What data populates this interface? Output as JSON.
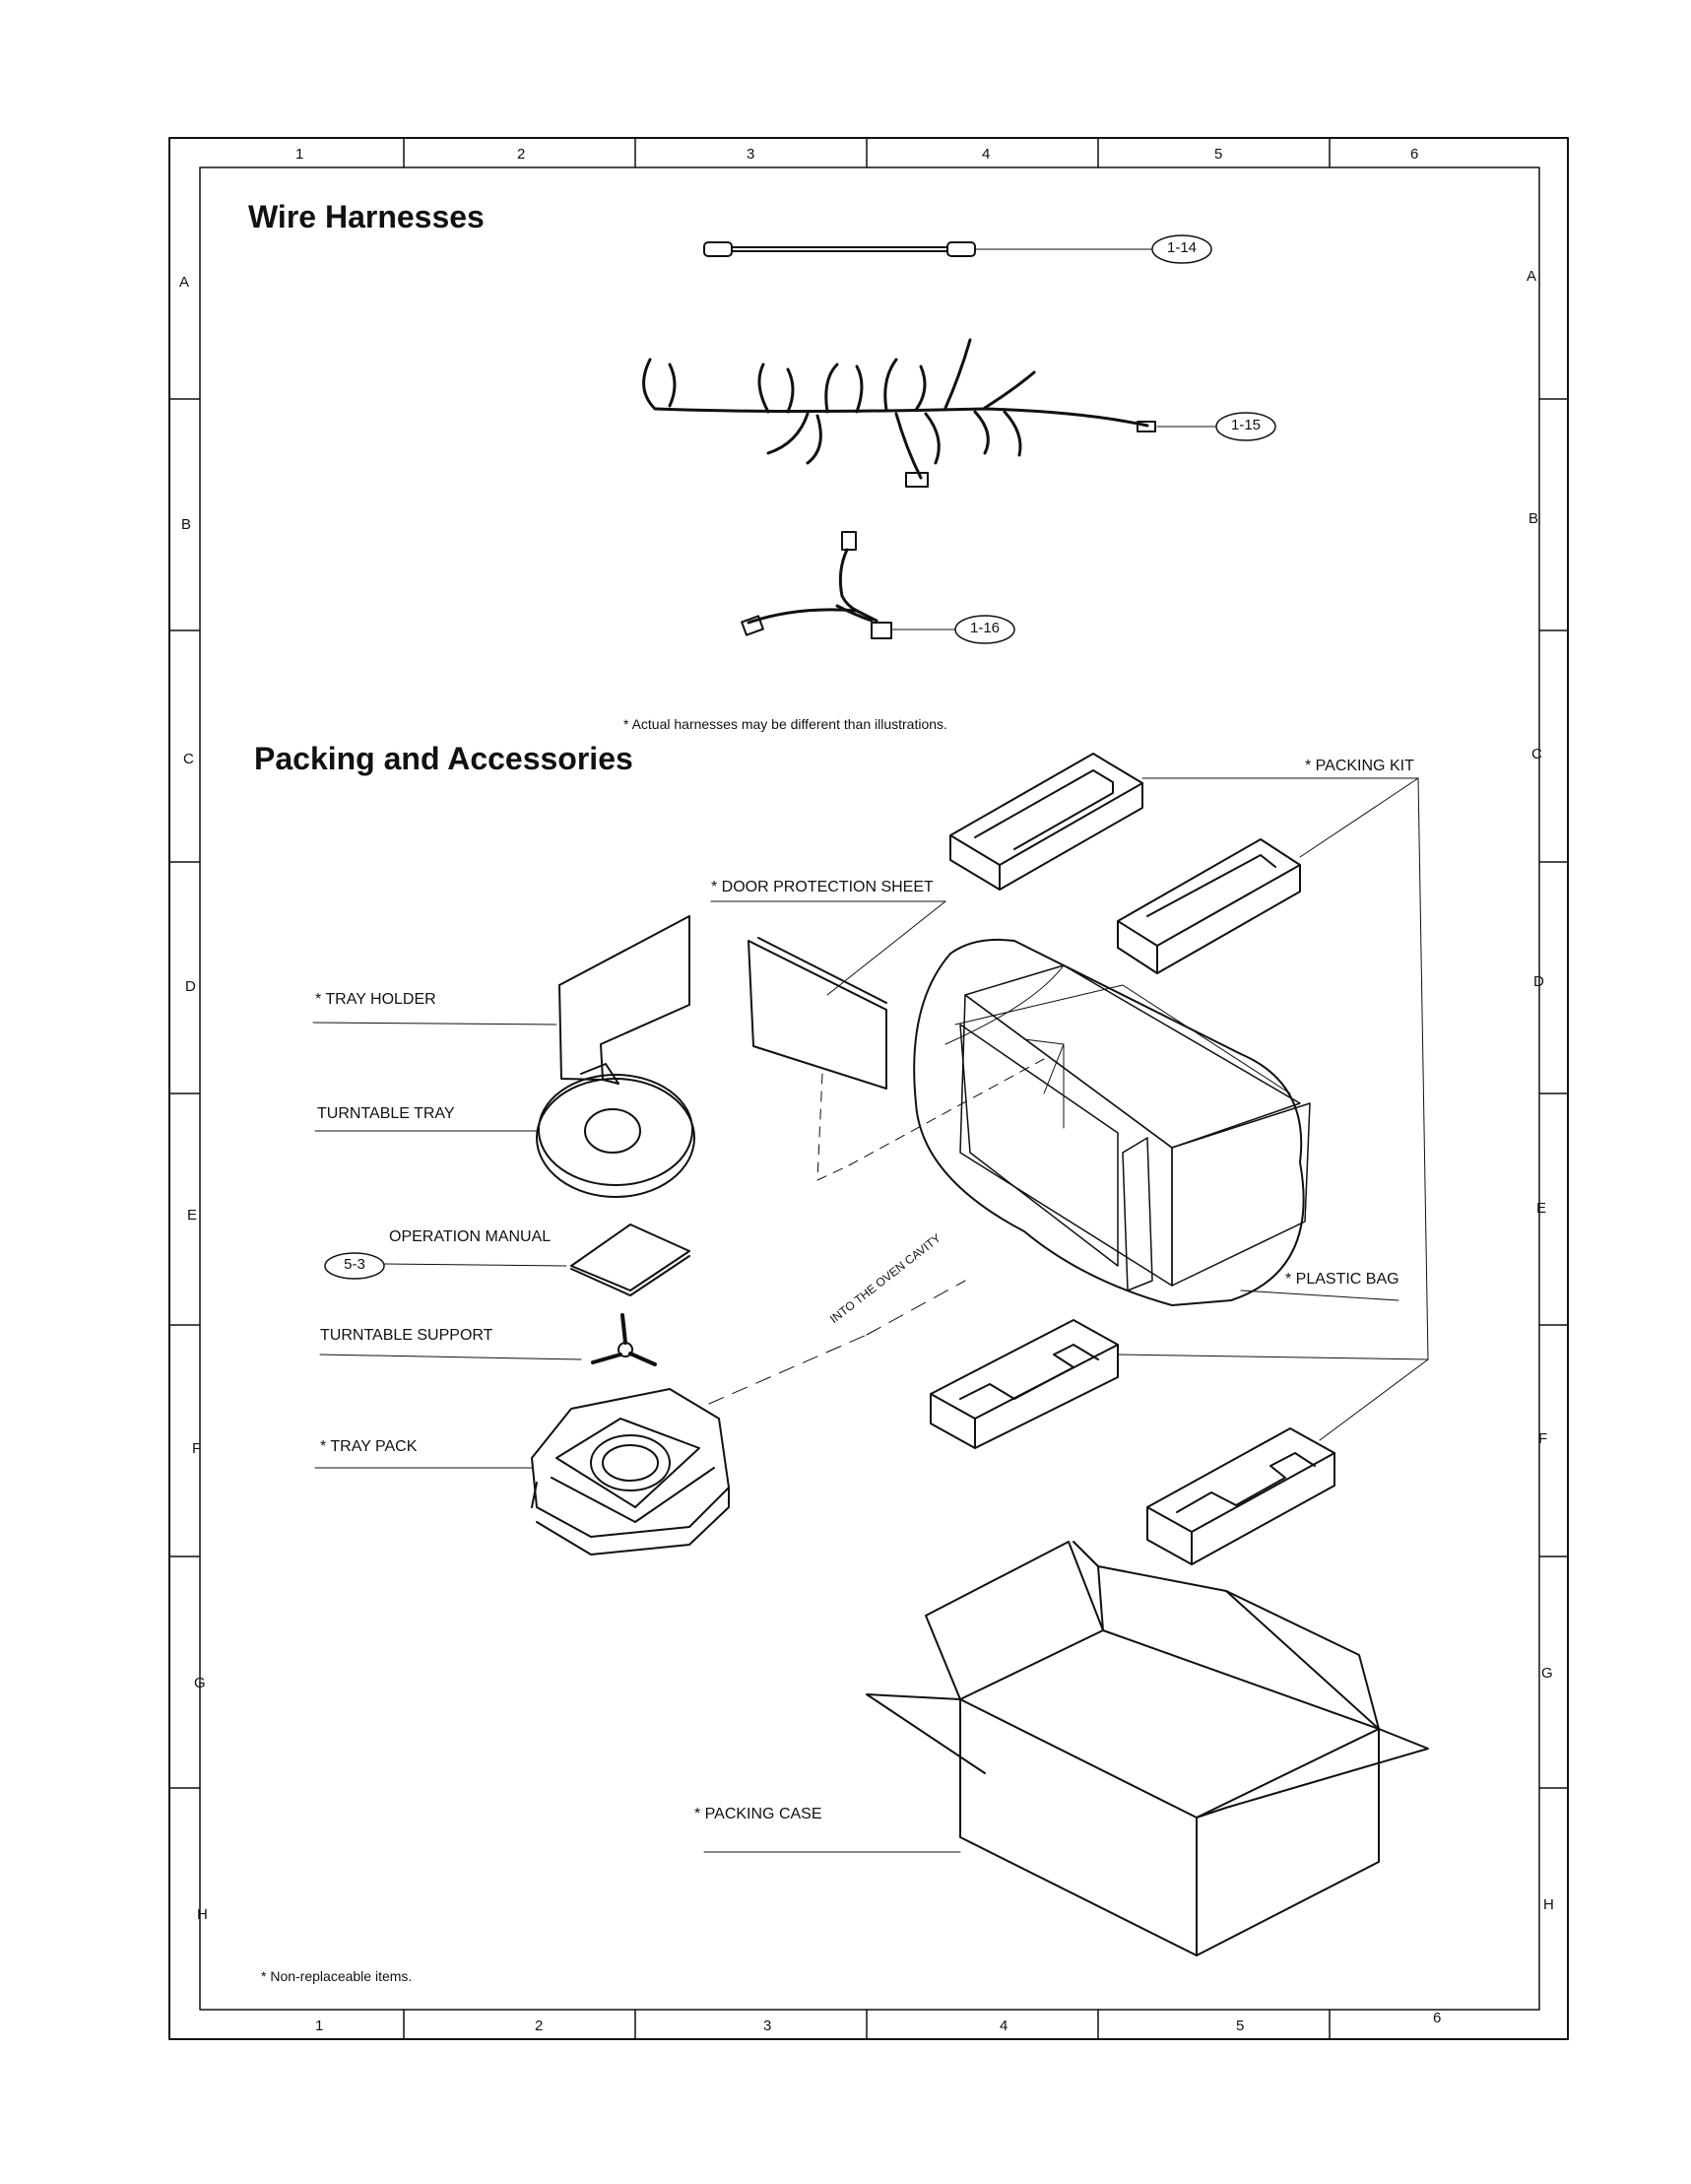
{
  "sections": {
    "wire_harnesses_title": "Wire Harnesses",
    "packing_title": "Packing and Accessories"
  },
  "notes": {
    "harness_note": "* Actual harnesses may be different than illustrations.",
    "non_replaceable": "* Non-replaceable items."
  },
  "grid": {
    "columns": [
      "1",
      "2",
      "3",
      "4",
      "5",
      "6"
    ],
    "rows": [
      "A",
      "B",
      "C",
      "D",
      "E",
      "F",
      "G",
      "H"
    ]
  },
  "harness_callouts": {
    "h1": "1-14",
    "h2": "1-15",
    "h3": "1-16"
  },
  "parts": {
    "packing_kit": "* PACKING KIT",
    "door_protection_sheet": "* DOOR PROTECTION SHEET",
    "tray_holder": "* TRAY HOLDER",
    "turntable_tray": "TURNTABLE TRAY",
    "operation_manual": "OPERATION MANUAL",
    "operation_manual_ref": "5-3",
    "turntable_support": "TURNTABLE SUPPORT",
    "tray_pack": "* TRAY PACK",
    "plastic_bag": "* PLASTIC BAG",
    "packing_case": "* PACKING CASE",
    "oven_cavity": "INTO THE OVEN CAVITY"
  }
}
